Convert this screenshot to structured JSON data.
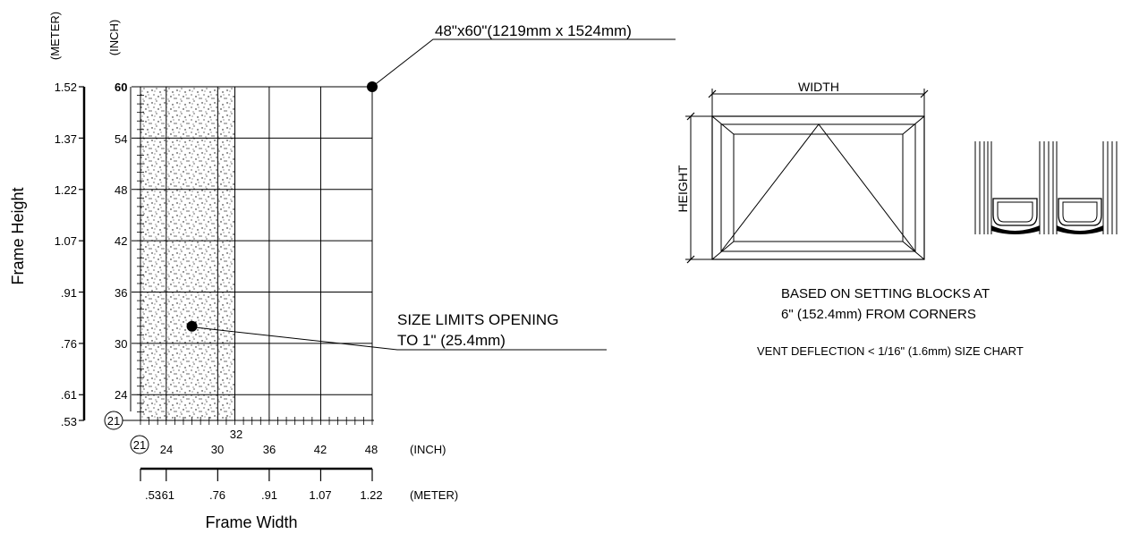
{
  "chart": {
    "axis_unit_meter": "(METER)",
    "axis_unit_inch": "(INCH)",
    "y_title": "Frame Height",
    "x_title": "Frame Width",
    "y_inch_ticks": [
      "60",
      "54",
      "48",
      "42",
      "36",
      "30",
      "24"
    ],
    "y_meter_ticks": [
      "1.52",
      "1.37",
      "1.22",
      "1.07",
      ".91",
      ".76",
      ".61",
      ".53"
    ],
    "y_origin_label": "21",
    "x_origin_label": "21",
    "x_inch_ticks": [
      "24",
      "30",
      "32",
      "36",
      "42",
      "48"
    ],
    "x_meter_ticks": [
      ".53",
      ".61",
      ".76",
      ".91",
      "1.07",
      "1.22"
    ],
    "max_size_label": "48\"x60\"(1219mm x 1524mm)",
    "limit_label_line1": "SIZE LIMITS OPENING",
    "limit_label_line2": "TO 1\" (25.4mm)"
  },
  "chart_data": {
    "type": "scatter",
    "xlabel": "Frame Width",
    "ylabel": "Frame Height",
    "x_unit": "inch",
    "y_unit": "inch",
    "xlim": [
      21,
      48
    ],
    "ylim": [
      21,
      60
    ],
    "shaded_region": {
      "x": [
        21,
        32
      ],
      "y": [
        21,
        60
      ]
    },
    "points": [
      {
        "x": 48,
        "y": 60,
        "label": "48\"x60\"(1219mm x 1524mm)"
      },
      {
        "x": 27,
        "y": 32,
        "label": "SIZE LIMITS OPENING TO 1\" (25.4mm)"
      }
    ]
  },
  "window": {
    "width_label": "WIDTH",
    "height_label": "HEIGHT"
  },
  "notes": {
    "setting_line1": "BASED ON SETTING BLOCKS AT",
    "setting_line2": "6\" (152.4mm) FROM CORNERS",
    "deflection": "VENT DEFLECTION < 1/16\" (1.6mm) SIZE CHART"
  }
}
